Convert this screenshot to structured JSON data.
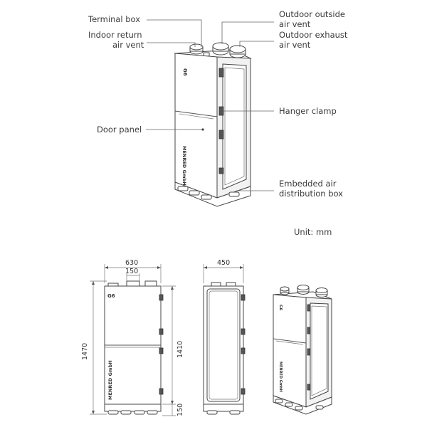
{
  "callouts": {
    "terminal_box": "Terminal box",
    "indoor_return_1": "Indoor return",
    "indoor_return_2": "air vent",
    "outdoor_outside_1": "Outdoor outside",
    "outdoor_outside_2": "air vent",
    "outdoor_exhaust_1": "Outdoor exhaust",
    "outdoor_exhaust_2": "air vent",
    "hanger_clamp": "Hanger clamp",
    "door_panel": "Door panel",
    "embedded_1": "Embedded air",
    "embedded_2": "distribution box"
  },
  "unit_label": "Unit: mm",
  "dimensions": {
    "front_width": "630",
    "vent_spacing": "150",
    "total_height": "1470",
    "body_height": "1410",
    "base_height": "150",
    "side_depth": "450"
  },
  "brand": "MENRED GmbH",
  "model": "G6",
  "colors": {
    "line": "#444444",
    "text": "#3a3a3a",
    "background": "#ffffff"
  }
}
